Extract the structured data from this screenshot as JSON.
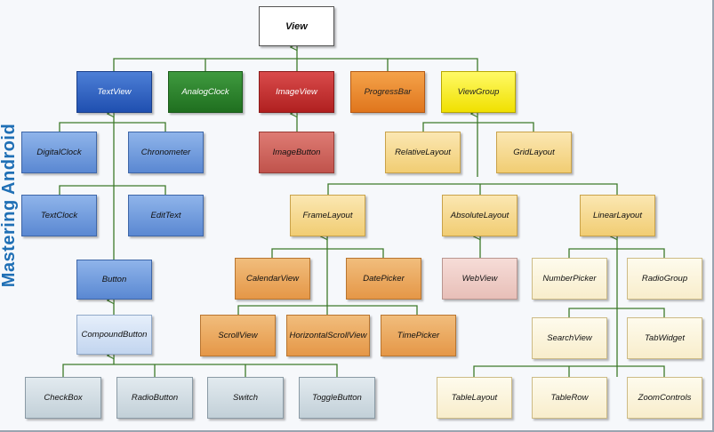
{
  "side_title": "Mastering Android",
  "nodes": {
    "view": "View",
    "textview": "TextView",
    "analogclock": "AnalogClock",
    "imageview": "ImageView",
    "progressbar": "ProgressBar",
    "viewgroup": "ViewGroup",
    "digitalclock": "DigitalClock",
    "chronometer": "Chronometer",
    "imagebutton": "ImageButton",
    "relativelayout": "RelativeLayout",
    "gridlayout": "GridLayout",
    "textclock": "TextClock",
    "edittext": "EditText",
    "framelayout": "FrameLayout",
    "absolutelayout": "AbsoluteLayout",
    "linearlayout": "LinearLayout",
    "button": "Button",
    "calendarview": "CalendarView",
    "datepicker": "DatePicker",
    "webview": "WebView",
    "numberpicker": "NumberPicker",
    "radiogroup": "RadioGroup",
    "compoundbutton": "CompoundButton",
    "scrollview": "ScrollView",
    "horizontalscrollview": "HorizontalScrollView",
    "timepicker": "TimePicker",
    "searchview": "SearchView",
    "tabwidget": "TabWidget",
    "checkbox": "CheckBox",
    "radiobutton": "RadioButton",
    "switch": "Switch",
    "togglebutton": "ToggleButton",
    "tablelayout": "TableLayout",
    "tablerow": "TableRow",
    "zoomcontrols": "ZoomControls"
  },
  "colors": {
    "connector": "#3d7a2a",
    "side_title": "#1f6fb5"
  }
}
